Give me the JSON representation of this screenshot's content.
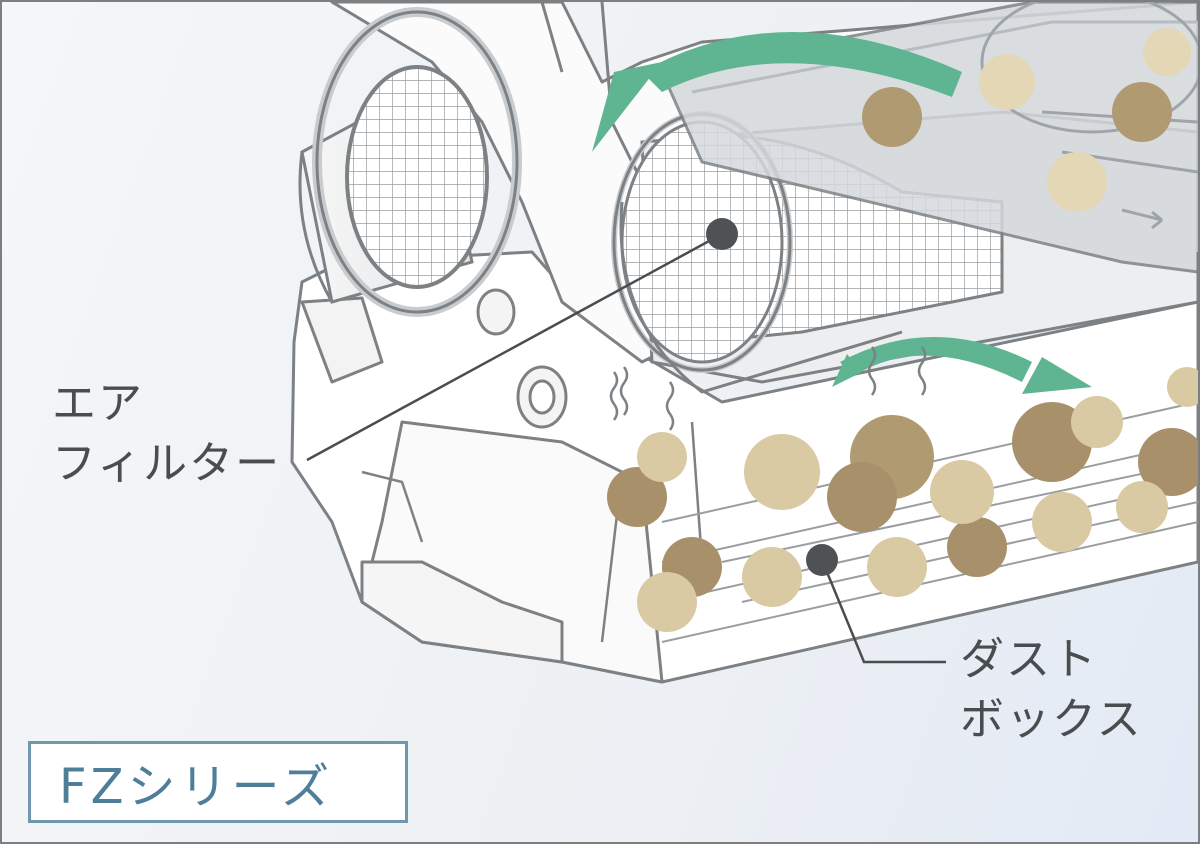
{
  "labels": {
    "air_filter": [
      "エア",
      "フィルター"
    ],
    "dust_box": [
      "ダスト",
      "ボックス"
    ]
  },
  "series_badge": "FZシリーズ",
  "colors": {
    "outline": "#7d8184",
    "body_fill": "#ffffff",
    "airflow_arrow": "#5fb592",
    "dust_light": "#d9caa3",
    "dust_dark": "#a8916a",
    "badge_border": "#6f97ad",
    "badge_text": "#4f7f98"
  },
  "icons": {
    "airflow": "curved-arrow-icon",
    "callout": "dot-marker-icon"
  }
}
